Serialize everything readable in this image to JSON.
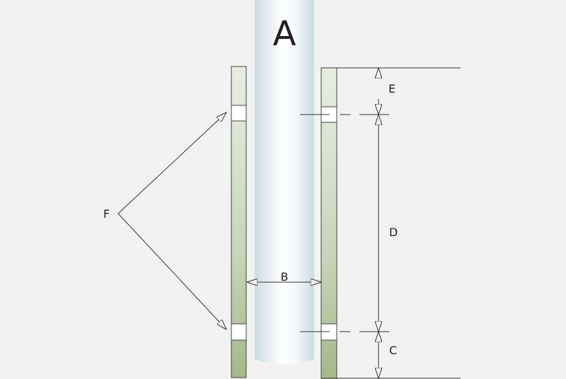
{
  "labels": {
    "a": "A",
    "b": "B",
    "c": "C",
    "d": "D",
    "e": "E",
    "f": "F"
  },
  "colors": {
    "background": "#f2f2f2",
    "line": "#333333",
    "bar_light": "#e6ece0",
    "bar_dark": "#a8bb8e",
    "cylinder": "#dceaf0"
  }
}
